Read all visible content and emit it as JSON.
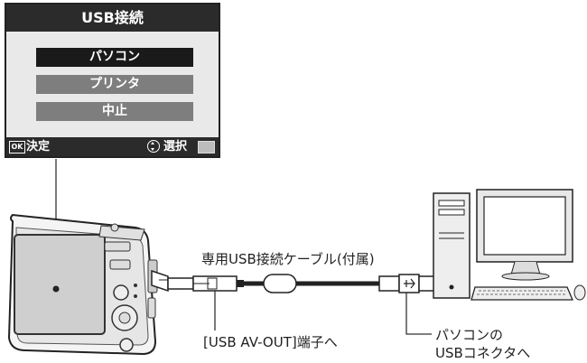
{
  "menu": {
    "title": "USB接続",
    "items": [
      {
        "label": "パソコン",
        "selected": true
      },
      {
        "label": "プリンタ",
        "selected": false
      },
      {
        "label": "中止",
        "selected": false
      }
    ],
    "footer": {
      "ok_badge": "OK",
      "ok_label": "決定",
      "select_label": "選択"
    }
  },
  "labels": {
    "cable": "専用USB接続ケーブル(付属)",
    "camera_port": "[USB AV-OUT]端子へ",
    "pc_connector_line1": "パソコンの",
    "pc_connector_line2": "USBコネクタへ"
  },
  "colors": {
    "panel_bg": "#e9e9e9",
    "bar_dark": "#2b2b2b",
    "item_selected": "#1a1a1a",
    "item_normal": "#7e7e7e"
  }
}
